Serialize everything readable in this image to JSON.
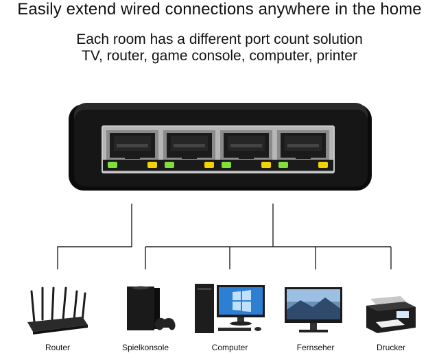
{
  "headline": "Easily extend wired connections anywhere in the home",
  "subheadline_line1": "Each room has a different port count solution",
  "subheadline_line2": "TV, router, game console, computer, printer",
  "devices": [
    {
      "label": "Router",
      "icon": "router-icon"
    },
    {
      "label": "Spielkonsole",
      "icon": "game-console-icon"
    },
    {
      "label": "Computer",
      "icon": "desktop-computer-icon"
    },
    {
      "label": "Fernseher",
      "icon": "monitor-icon"
    },
    {
      "label": "Drucker",
      "icon": "printer-icon"
    }
  ],
  "switch": {
    "port_count": 4,
    "body_color": "#161616",
    "led_green": "#7fe03a",
    "led_yellow": "#f2d200"
  }
}
